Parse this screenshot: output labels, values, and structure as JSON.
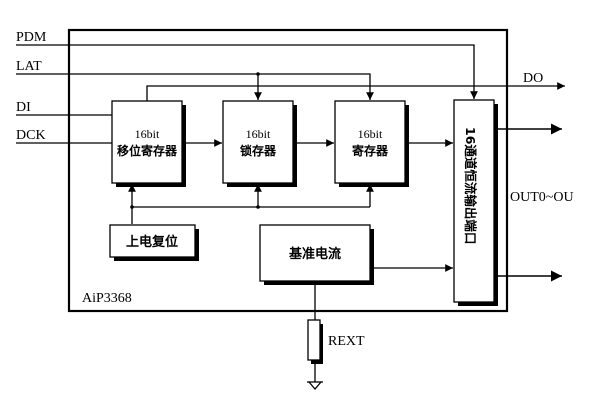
{
  "chip": {
    "name": "AiP3368"
  },
  "inputs": {
    "pdm": "PDM",
    "lat": "LAT",
    "di": "DI",
    "dck": "DCK"
  },
  "outputs": {
    "do": "DO",
    "out": "OUT0~OU"
  },
  "blocks": {
    "shift": {
      "top": "16bit",
      "name": "移位寄存器"
    },
    "latch": {
      "top": "16bit",
      "name": "锁存器"
    },
    "reg": {
      "top": "16bit",
      "name": "寄存器"
    },
    "output": {
      "name": "16通道恒流输出端口"
    },
    "por": {
      "name": "上电复位"
    },
    "ref": {
      "name": "基准电流"
    }
  },
  "rext": {
    "label": "REXT"
  }
}
